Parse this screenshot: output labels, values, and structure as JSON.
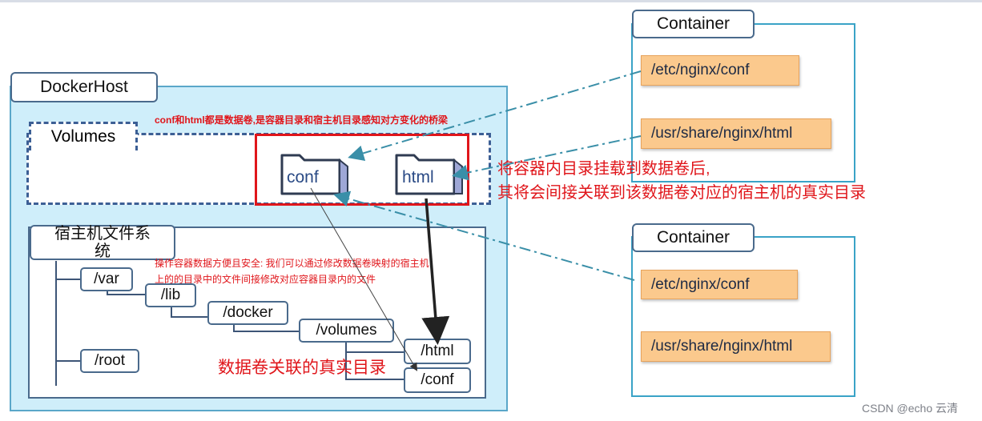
{
  "docker_host": {
    "title": "DockerHost"
  },
  "volumes": {
    "title": "Volumes",
    "note": "conf和html都是数据卷,是容器目录和宿主机目录感知对方变化的桥梁",
    "folders": [
      "conf",
      "html"
    ]
  },
  "host_fs": {
    "title_line1": "宿主机文件系",
    "title_line2": "统",
    "note_line1": "操作容器数据方便且安全: 我们可以通过修改数据卷映射的宿主机",
    "note_line2": "上的的目录中的文件间接修改对应容器目录内的文件",
    "dirs": [
      "/var",
      "/lib",
      "/docker",
      "/volumes",
      "/html",
      "/conf",
      "/root"
    ],
    "caption": "数据卷关联的真实目录"
  },
  "containers": [
    {
      "title": "Container",
      "paths": [
        "/etc/nginx/conf",
        "/usr/share/nginx/html"
      ]
    },
    {
      "title": "Container",
      "paths": [
        "/etc/nginx/conf",
        "/usr/share/nginx/html"
      ]
    }
  ],
  "mount_note": {
    "line1": "将容器内目录挂载到数据卷后,",
    "line2": "其将会间接关联到该数据卷对应的宿主机的真实目录"
  },
  "watermark": "CSDN @echo 云清",
  "colors": {
    "red": "#e0161b",
    "host_bg": "#cfeefa",
    "path_bg": "#fbc98d",
    "link": "#3a8fa8"
  }
}
